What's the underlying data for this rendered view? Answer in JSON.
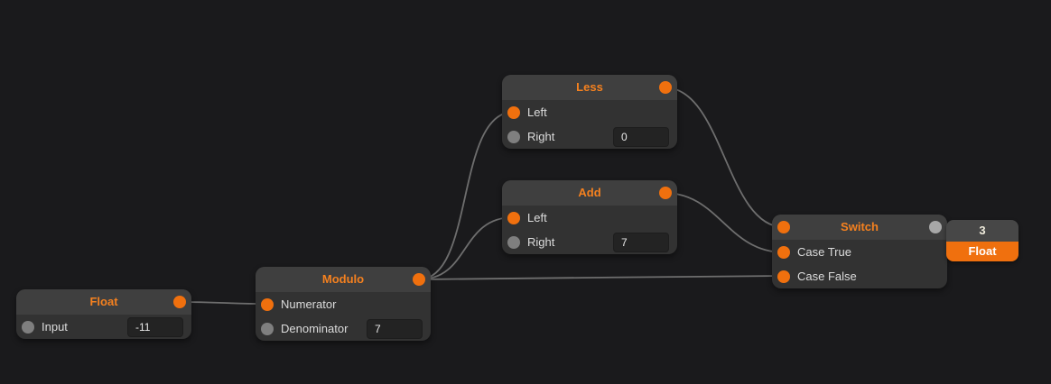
{
  "colors": {
    "background": "#1a1a1c",
    "node_header": "#3f3f3f",
    "node_body": "#323232",
    "accent_orange": "#f0700e",
    "title_orange": "#f5811f",
    "port_unconnected_gray": "#7f7f7f",
    "switch_output_gray": "#a8a8a8",
    "wire_gray": "#6e6e6e",
    "field_background": "#232323"
  },
  "nodes": {
    "float": {
      "title": "Float",
      "rows": [
        {
          "label": "Input",
          "value": "-11",
          "connected": false
        }
      ],
      "output_connected": true
    },
    "modulo": {
      "title": "Modulo",
      "rows": [
        {
          "label": "Numerator",
          "connected": true
        },
        {
          "label": "Denominator",
          "value": "7",
          "connected": false
        }
      ],
      "output_connected": true
    },
    "less": {
      "title": "Less",
      "rows": [
        {
          "label": "Left",
          "connected": true
        },
        {
          "label": "Right",
          "value": "0",
          "connected": false
        }
      ],
      "output_connected": true
    },
    "add": {
      "title": "Add",
      "rows": [
        {
          "label": "Left",
          "connected": true
        },
        {
          "label": "Right",
          "value": "7",
          "connected": false
        }
      ],
      "output_connected": true
    },
    "switch": {
      "title": "Switch",
      "rows": [
        {
          "label": "Case True",
          "connected": true
        },
        {
          "label": "Case False",
          "connected": true
        }
      ],
      "condition_connected": true,
      "output_connected": false
    }
  },
  "result_badge": {
    "value": "3",
    "type": "Float"
  },
  "connections": [
    {
      "from": "Float.output",
      "to": "Modulo.Numerator"
    },
    {
      "from": "Modulo.output",
      "to": "Less.Left"
    },
    {
      "from": "Modulo.output",
      "to": "Add.Left"
    },
    {
      "from": "Modulo.output",
      "to": "Switch.Case False"
    },
    {
      "from": "Less.output",
      "to": "Switch.condition"
    },
    {
      "from": "Add.output",
      "to": "Switch.Case True"
    }
  ]
}
